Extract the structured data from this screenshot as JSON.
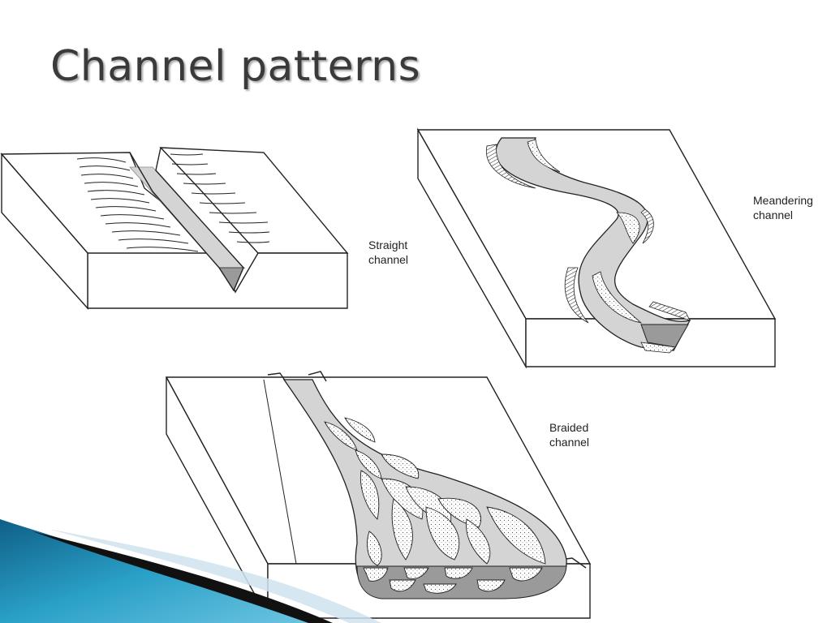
{
  "slide": {
    "title": "Channel patterns"
  },
  "diagrams": {
    "straight": {
      "label_line1": "Straight",
      "label_line2": "channel"
    },
    "meandering": {
      "label_line1": "Meandering",
      "label_line2": "channel"
    },
    "braided": {
      "label_line1": "Braided",
      "label_line2": "channel"
    }
  },
  "colors": {
    "water": "#d4d4d4",
    "water_dark": "#9a9a9a",
    "accent_blue": "#1a7fa8",
    "accent_light_blue": "#cfe3ee"
  }
}
